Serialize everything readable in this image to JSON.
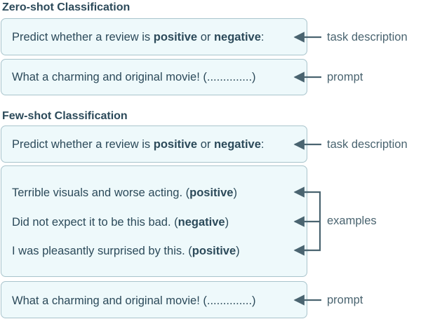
{
  "zero_shot": {
    "title": "Zero-shot Classification",
    "task": {
      "pre": "Predict whether a review is ",
      "b1": "positive",
      "mid": " or ",
      "b2": "negative",
      "post": ":"
    },
    "prompt": "What a charming and original movie! (..............)"
  },
  "few_shot": {
    "title": "Few-shot Classification",
    "task": {
      "pre": "Predict whether a review is ",
      "b1": "positive",
      "mid": " or ",
      "b2": "negative",
      "post": ":"
    },
    "examples": [
      {
        "text": "Terrible visuals and worse acting. (",
        "label": "positive",
        "close": ")"
      },
      {
        "text": "Did not expect it to be this bad. (",
        "label": "negative",
        "close": ")"
      },
      {
        "text": "I was pleasantly surprised by this. (",
        "label": "positive",
        "close": ")"
      }
    ],
    "prompt": "What a charming and original movie! (..............)"
  },
  "labels": {
    "task_description": "task description",
    "prompt": "prompt",
    "examples": "examples"
  },
  "colors": {
    "arrow": "#4a6470",
    "box_border": "#a9c4cc",
    "box_fill": "#eef9fb",
    "text": "#2c4a5a"
  }
}
